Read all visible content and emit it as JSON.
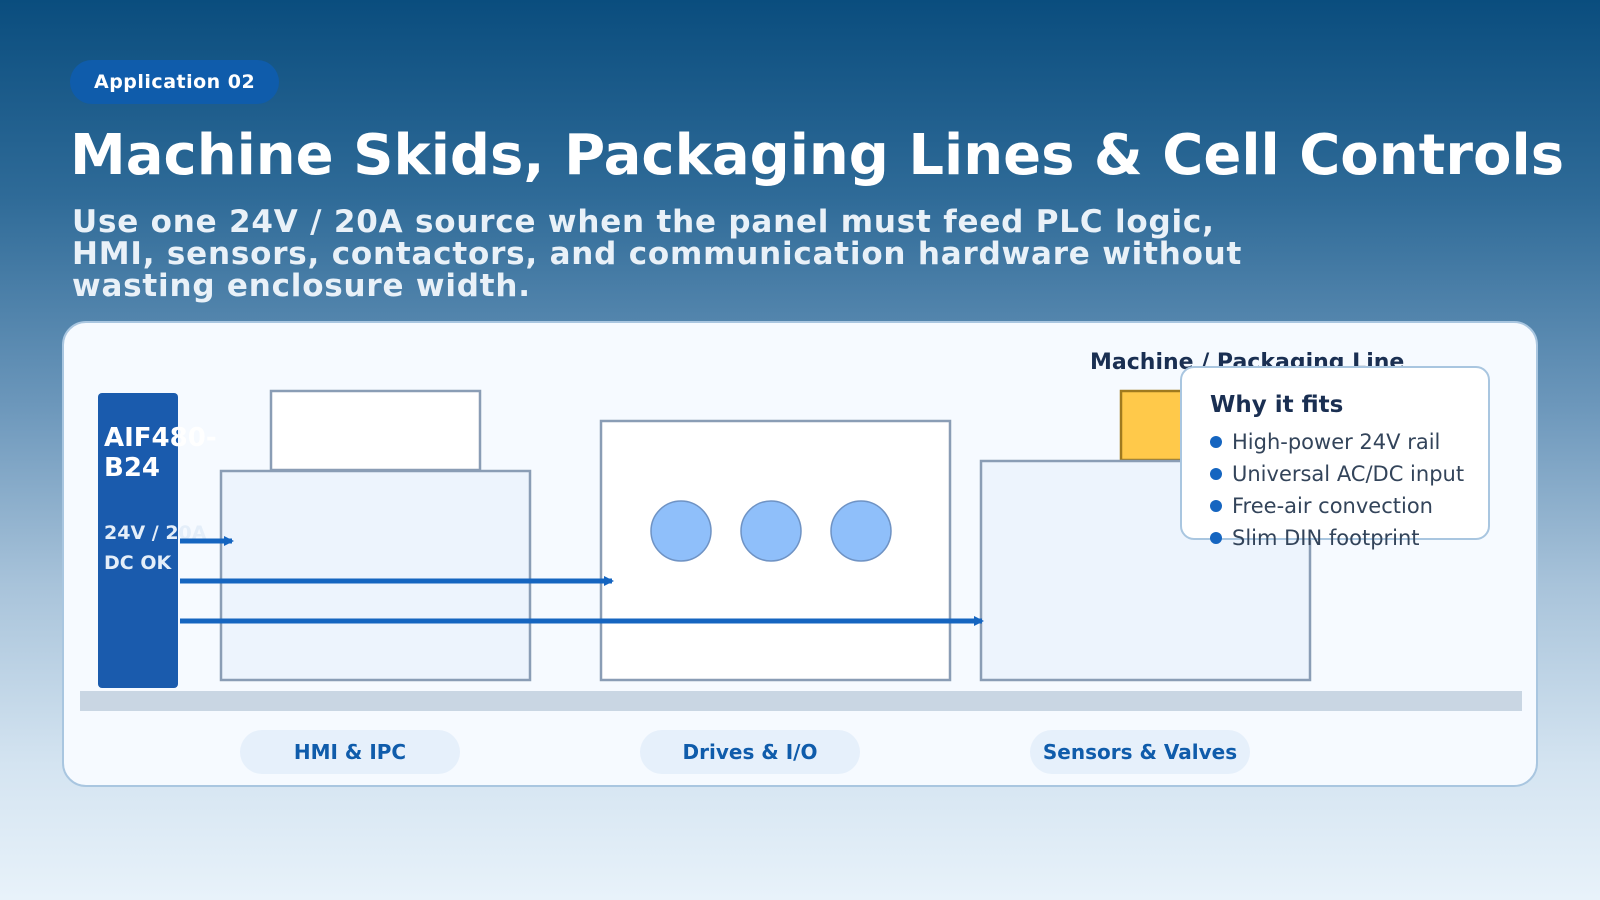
{
  "header": {
    "badge": "Application 02",
    "title": "Machine Skids, Packaging Lines & Cell Controls",
    "subtitle": "Use one 24V / 20A source when the panel must feed PLC logic, HMI, sensors, contactors, and communication hardware without wasting enclosure width."
  },
  "psu": {
    "model_line1": "AIF480-",
    "model_line2": "B24",
    "rating": "24V / 20A",
    "status": "DC OK"
  },
  "diagram": {
    "line_title": "Machine / Packaging Line",
    "zones": [
      {
        "label": "HMI & IPC"
      },
      {
        "label": "Drives & I/O"
      },
      {
        "label": "Sensors & Valves"
      }
    ]
  },
  "info_card": {
    "title": "Why it fits",
    "items": [
      "High-power 24V rail",
      "Universal AC/DC input",
      "Free-air convection",
      "Slim DIN footprint"
    ]
  },
  "colors": {
    "accent": "#1565c0",
    "psu_body": "#1a5bad",
    "indicator_yellow": "#ffc94a",
    "io_circle": "#8fbffa"
  }
}
